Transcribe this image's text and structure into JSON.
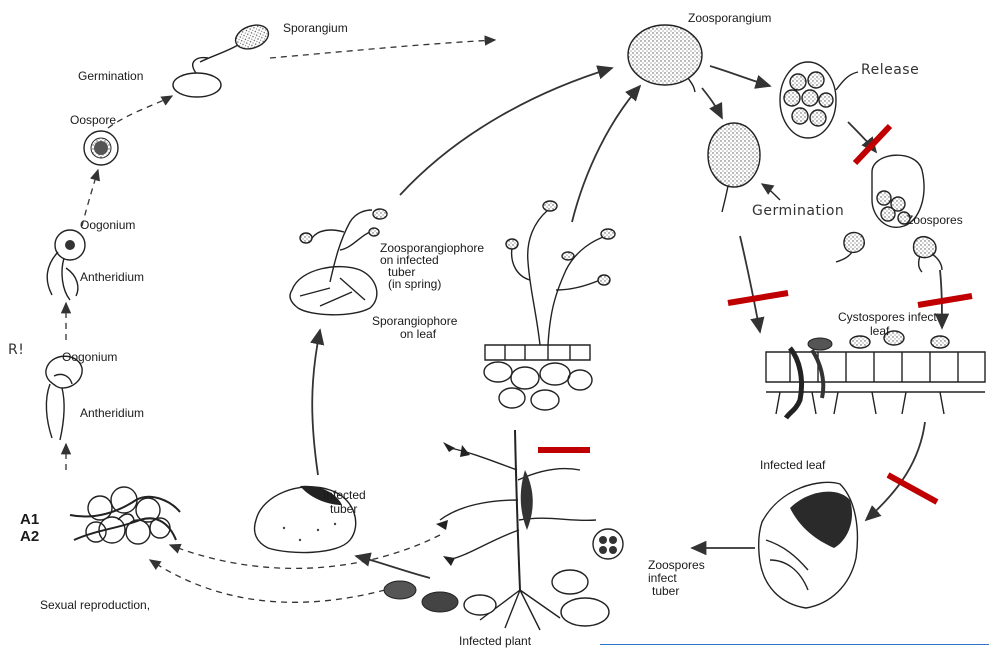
{
  "labels": {
    "sporangium": "Sporangium",
    "germination_left": "Germination",
    "oospore": "Oospore",
    "oogonium_top": "Oogonium",
    "antheridium_top": "Antheridium",
    "r_mark": "R!",
    "oogonium_bottom": "Oogonium",
    "antheridium_bottom": "Antheridium",
    "a1": "A1",
    "a2": "A2",
    "sexual_reproduction": "Sexual reproduction,",
    "infected_tuber_line1": "Infected",
    "infected_tuber_line2": "tuber",
    "zoosporangiophore_line1": "Zoosporangiophore",
    "zoosporangiophore_line2": "on infected",
    "zoosporangiophore_line3": "tuber",
    "zoosporangiophore_line4": "(in spring)",
    "sporangiophore_line1": "Sporangiophore",
    "sporangiophore_line2": "on leaf",
    "infected_plant": "Infected plant",
    "zoosporangium": "Zoosporangium",
    "release": "Release",
    "germination_right": "Germination",
    "zoospores": "Zoospores",
    "cystospores_line1": "Cystospores infect",
    "cystospores_line2": "leaf",
    "infected_leaf": "Infected leaf",
    "zoospores_infect_line1": "Zoospores",
    "zoospores_infect_line2": "infect",
    "zoospores_infect_line3": "tuber"
  },
  "colors": {
    "block_mark": "#c00000",
    "ink": "#222222",
    "caption_rule": "#2f74c9"
  }
}
